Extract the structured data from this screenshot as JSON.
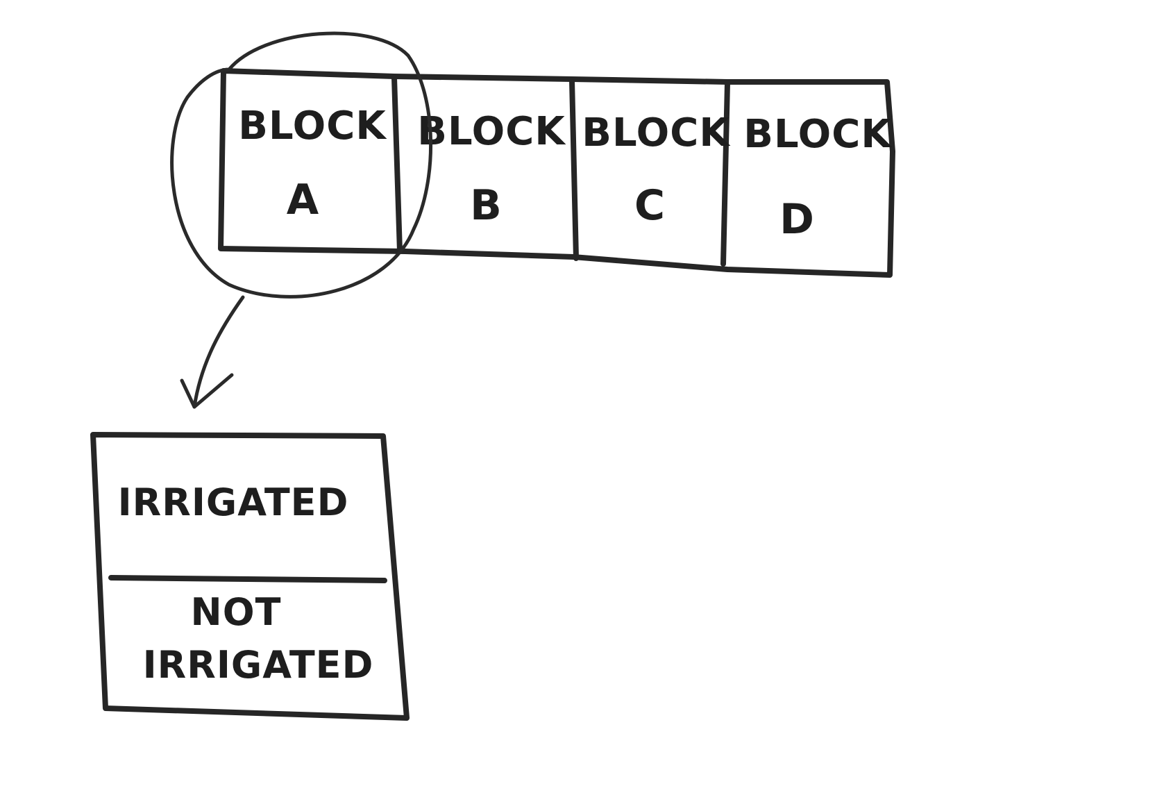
{
  "blocks": [
    {
      "line1": "BLOCK",
      "line2": "A"
    },
    {
      "line1": "BLOCK",
      "line2": "B"
    },
    {
      "line1": "BLOCK",
      "line2": "C"
    },
    {
      "line1": "BLOCK",
      "line2": "D"
    }
  ],
  "detail": {
    "top_label": "IRRIGATED",
    "bottom_label_line1": "NOT",
    "bottom_label_line2": "IRRIGATED"
  },
  "colors": {
    "ink": "#262626",
    "paper": "#ffffff"
  }
}
